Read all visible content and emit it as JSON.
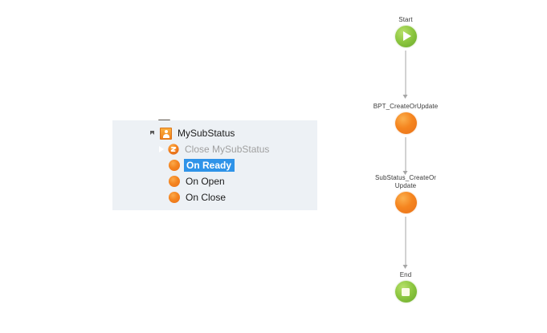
{
  "tree": {
    "panel_name": "substatus-tree-panel",
    "selection_color": "#2f93e8",
    "background_color": "#edf1f5",
    "items": [
      {
        "id": "mysubstatus",
        "label": "MySubStatus",
        "icon": "user-icon",
        "expander": "expanded",
        "state": "normal",
        "depth": 0
      },
      {
        "id": "close-mysubstatus",
        "label": "Close MySubStatus",
        "icon": "event-arrow-icon",
        "expander": "collapsed",
        "state": "dimmed",
        "depth": 1
      },
      {
        "id": "on-ready",
        "label": "On Ready",
        "icon": "orange-dot-icon",
        "expander": "none",
        "state": "selected",
        "depth": 1
      },
      {
        "id": "on-open",
        "label": "On Open",
        "icon": "orange-dot-icon",
        "expander": "none",
        "state": "normal",
        "depth": 1
      },
      {
        "id": "on-close",
        "label": "On Close",
        "icon": "orange-dot-icon",
        "expander": "none",
        "state": "normal",
        "depth": 1
      }
    ]
  },
  "flowchart": {
    "name": "workflow-diagram",
    "connector_color": "#a6a6a6",
    "nodes": [
      {
        "id": "start",
        "label": "Start",
        "shape": "start-circle-green",
        "color": "#8cc63f",
        "glyph": "play-triangle"
      },
      {
        "id": "bpt-create-or-update",
        "label": "BPT_CreateOrUpdate",
        "shape": "activity-circle-orange",
        "color": "#f5851f",
        "glyph": "none"
      },
      {
        "id": "substatus-create-or-update",
        "label_line1": "SubStatus_CreateOr",
        "label_line2": "Update",
        "shape": "activity-circle-orange",
        "color": "#f5851f",
        "glyph": "none"
      },
      {
        "id": "end",
        "label": "End",
        "shape": "end-circle-green",
        "color": "#8cc63f",
        "glyph": "stop-square"
      }
    ]
  }
}
